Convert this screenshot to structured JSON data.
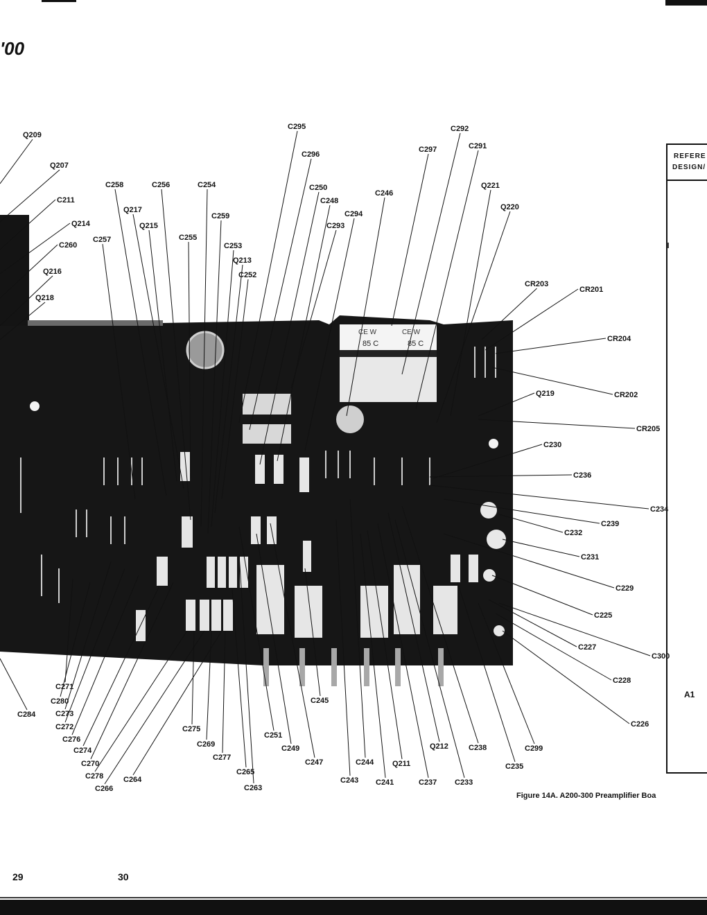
{
  "header": {
    "fragment": "'00"
  },
  "reference_table": {
    "heading_line1": "REFERE",
    "heading_line2": "DESIGN/",
    "row_designator": "A1"
  },
  "caption": "Figure 14A.  A200-300 Preamplifier Boa",
  "page_numbers": [
    "29",
    "30"
  ],
  "board_markings": {
    "cap_left_temp": "85 C",
    "cap_right_temp": "85 C",
    "cap_left_code": "CE W",
    "cap_right_code": "CE W"
  },
  "callouts": [
    {
      "text": "Q209"
    },
    {
      "text": "Q207"
    },
    {
      "text": "C211"
    },
    {
      "text": "Q214"
    },
    {
      "text": "C260"
    },
    {
      "text": "Q216"
    },
    {
      "text": "Q218"
    },
    {
      "text": "C258"
    },
    {
      "text": "Q217"
    },
    {
      "text": "C257"
    },
    {
      "text": "Q215"
    },
    {
      "text": "C256"
    },
    {
      "text": "C255"
    },
    {
      "text": "C254"
    },
    {
      "text": "C259"
    },
    {
      "text": "C253"
    },
    {
      "text": "Q213"
    },
    {
      "text": "C252"
    },
    {
      "text": "C295"
    },
    {
      "text": "C296"
    },
    {
      "text": "C250"
    },
    {
      "text": "C248"
    },
    {
      "text": "C293"
    },
    {
      "text": "C294"
    },
    {
      "text": "C246"
    },
    {
      "text": "C297"
    },
    {
      "text": "C292"
    },
    {
      "text": "C291"
    },
    {
      "text": "Q221"
    },
    {
      "text": "Q220"
    },
    {
      "text": "CR203"
    },
    {
      "text": "CR201"
    },
    {
      "text": "CR204"
    },
    {
      "text": "Q219"
    },
    {
      "text": "CR202"
    },
    {
      "text": "CR205"
    },
    {
      "text": "C230"
    },
    {
      "text": "C236"
    },
    {
      "text": "C234"
    },
    {
      "text": "C239"
    },
    {
      "text": "C232"
    },
    {
      "text": "C231"
    },
    {
      "text": "C229"
    },
    {
      "text": "C225"
    },
    {
      "text": "C300"
    },
    {
      "text": "C227"
    },
    {
      "text": "C228"
    },
    {
      "text": "C226"
    },
    {
      "text": "C299"
    },
    {
      "text": "C235"
    },
    {
      "text": "C238"
    },
    {
      "text": "Q212"
    },
    {
      "text": "C233"
    },
    {
      "text": "C237"
    },
    {
      "text": "Q211"
    },
    {
      "text": "C241"
    },
    {
      "text": "C244"
    },
    {
      "text": "C243"
    },
    {
      "text": "C247"
    },
    {
      "text": "C245"
    },
    {
      "text": "C249"
    },
    {
      "text": "C251"
    },
    {
      "text": "C263"
    },
    {
      "text": "C265"
    },
    {
      "text": "C277"
    },
    {
      "text": "C269"
    },
    {
      "text": "C275"
    },
    {
      "text": "C264"
    },
    {
      "text": "C266"
    },
    {
      "text": "C278"
    },
    {
      "text": "C270"
    },
    {
      "text": "C274"
    },
    {
      "text": "C276"
    },
    {
      "text": "C272"
    },
    {
      "text": "C273"
    },
    {
      "text": "C280"
    },
    {
      "text": "C271"
    },
    {
      "text": "C284"
    }
  ]
}
